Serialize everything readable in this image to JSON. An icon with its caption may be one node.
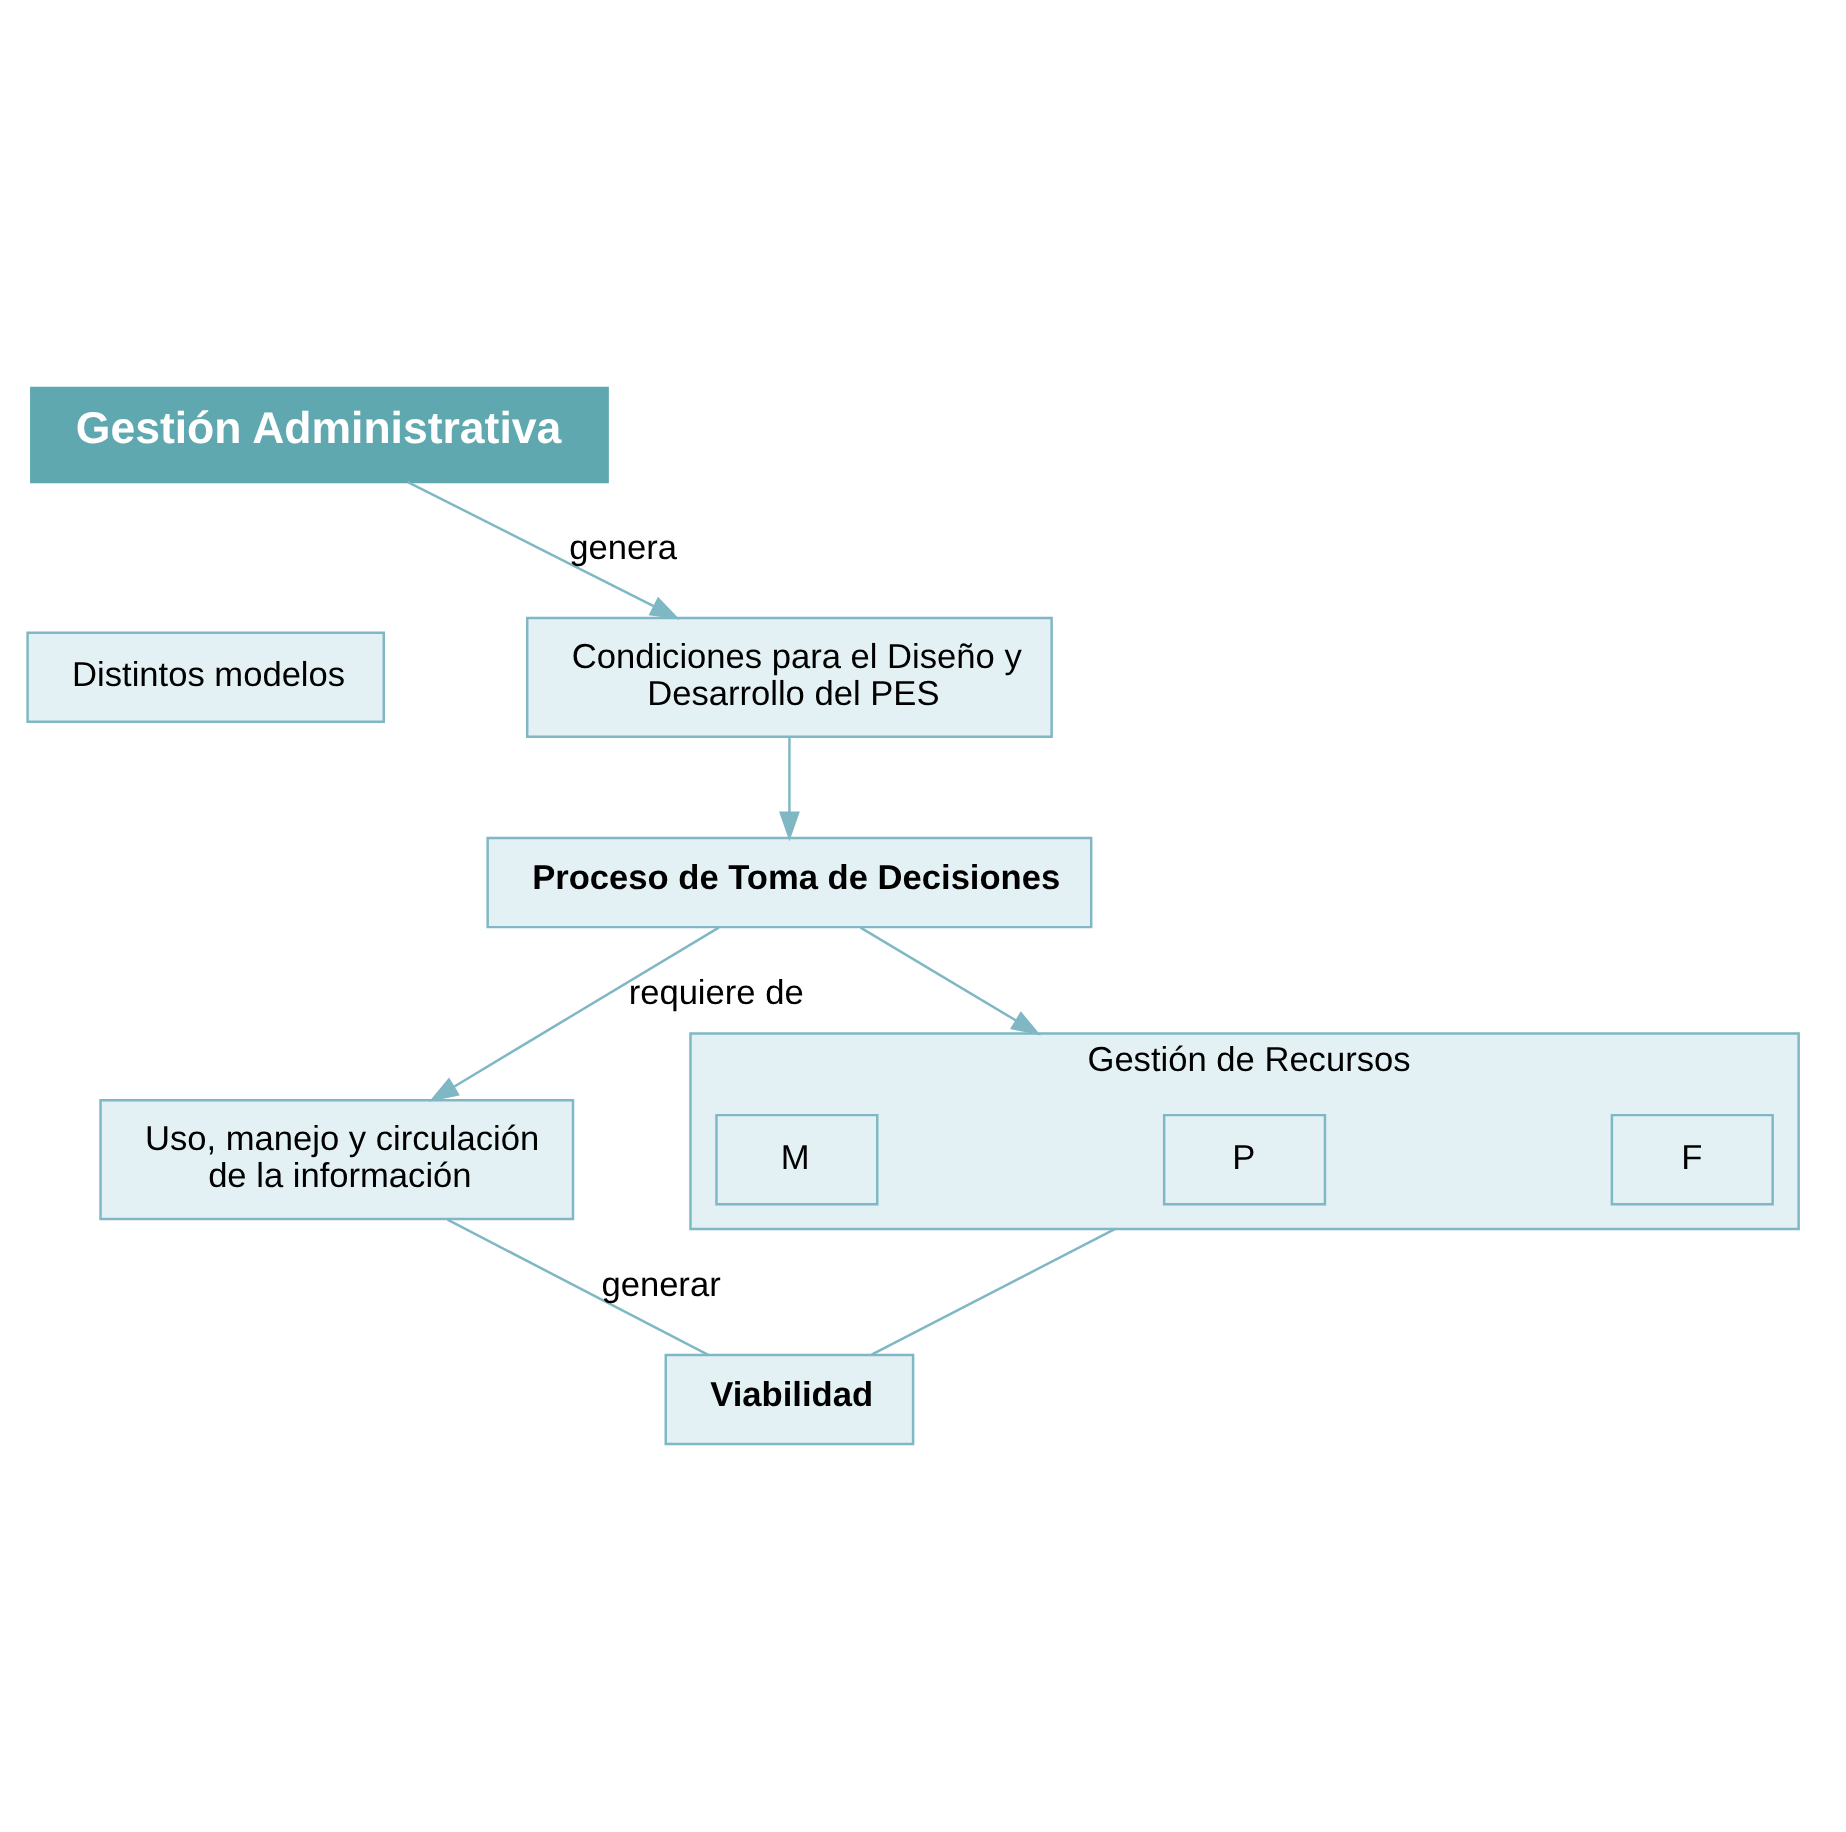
{
  "diagram": {
    "nodes": [
      {
        "text": [
          "Gestión Administrativa"
        ]
      },
      {
        "text": [
          "Distintos modelos"
        ]
      },
      {
        "text": [
          "Condiciones para el Diseño y Desarrollo del PES"
        ]
      },
      {
        "text": [
          "Proceso de Toma de Decisiones"
        ]
      },
      {
        "text": [
          "Uso, manejo y circulación de la información"
        ]
      },
      {
        "text": [
          "Gestión de Recursos"
        ]
      },
      {
        "text": [
          "M"
        ],
        "in": 5
      },
      {
        "text": [
          "P"
        ],
        "in": 5
      },
      {
        "text": [
          "F"
        ],
        "in": 5
      },
      {
        "text": [
          "Viabilidad"
        ]
      }
    ],
    "edges": [
      {
        "from": 0,
        "to": 2,
        "arrow": "to",
        "label": "genera"
      },
      {
        "from": 2,
        "to": 3,
        "arrow": "to"
      },
      {
        "from": 3,
        "to": 4,
        "arrow": "to",
        "label": "requiere de"
      },
      {
        "from": 3,
        "to": 5,
        "arrow": "to"
      },
      {
        "from": 4,
        "to": 9,
        "arrow": "none",
        "label": "generar"
      },
      {
        "from": 5,
        "to": 9,
        "arrow": "none"
      }
    ]
  }
}
